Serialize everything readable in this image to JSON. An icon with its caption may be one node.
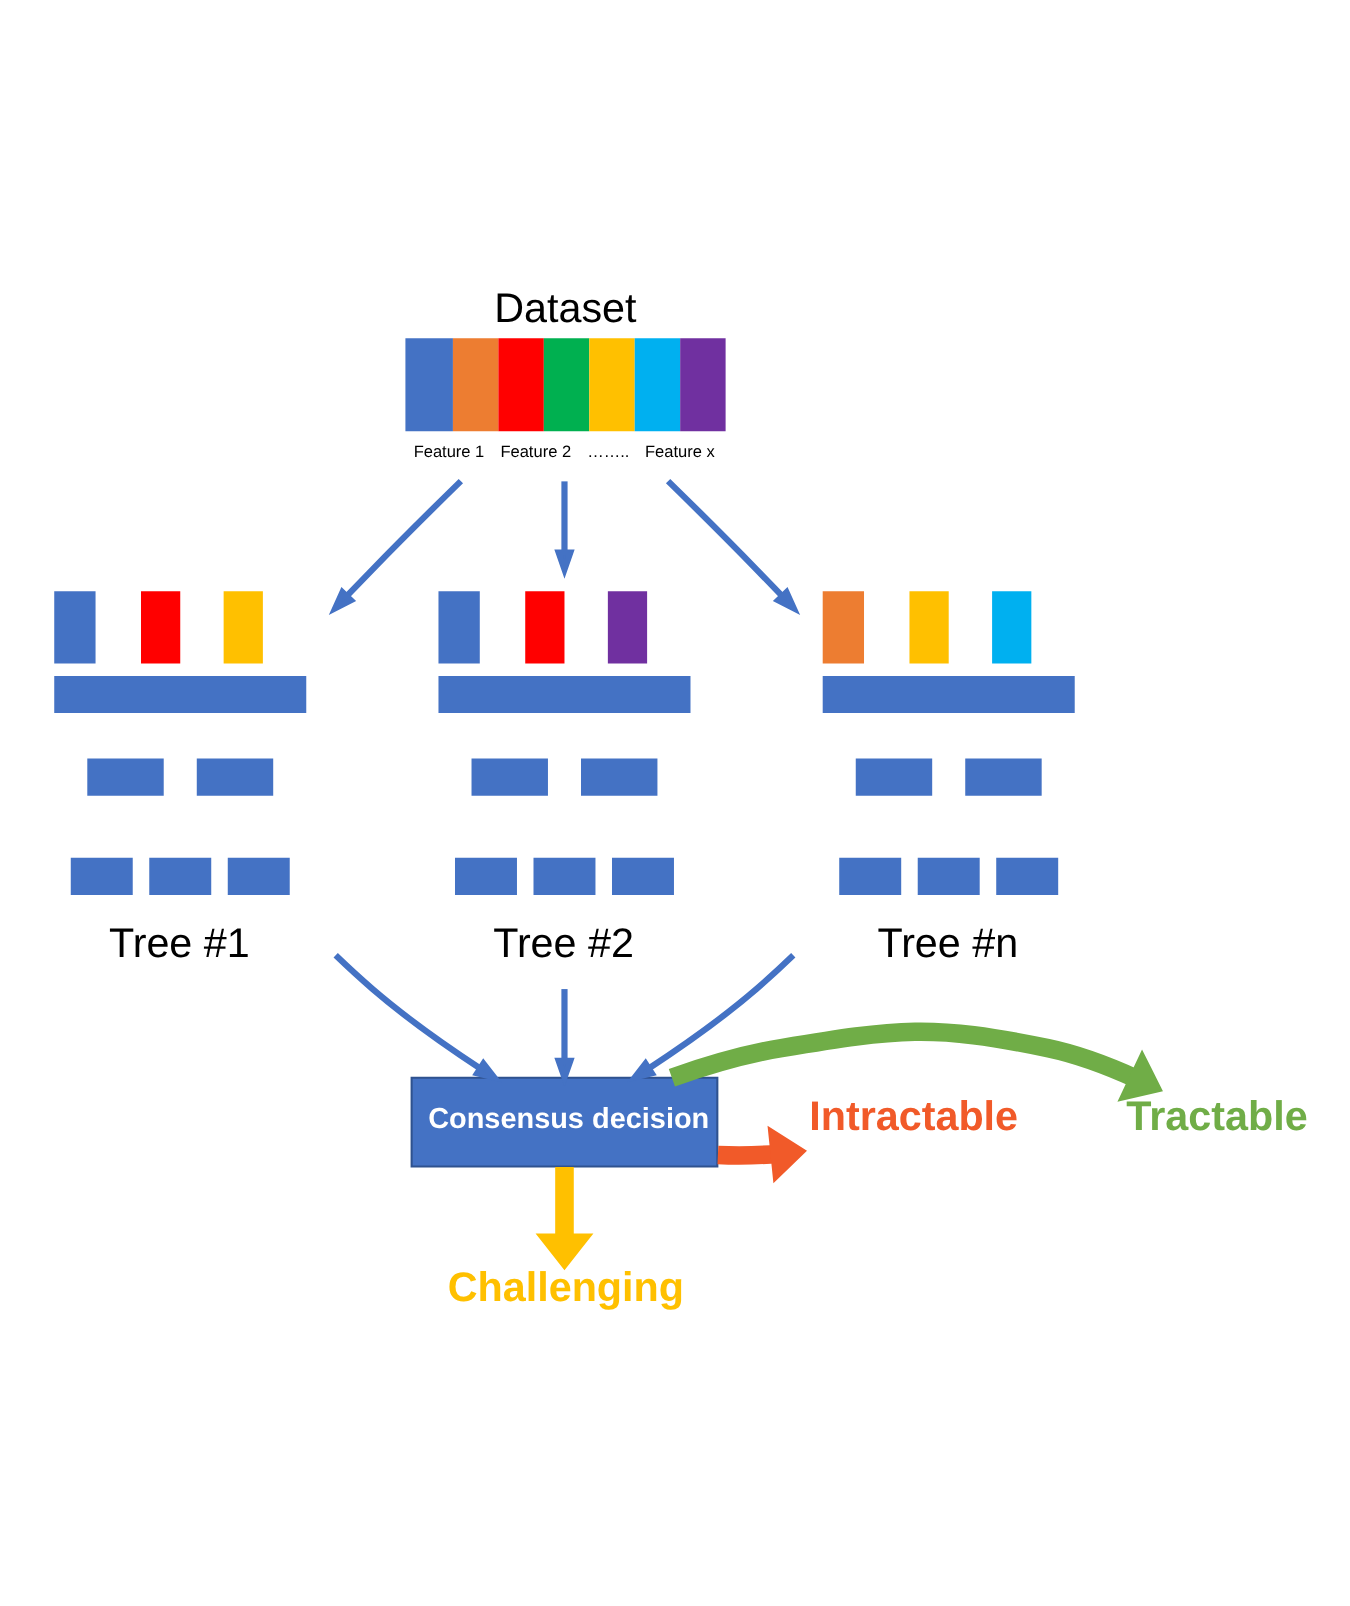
{
  "diagram": {
    "nodes": [
      {
        "text": [
          "Dataset"
        ],
        "beside": [
          "Feature 1",
          "Feature 2",
          "……..",
          "Feature x"
        ]
      },
      {
        "text": [
          "Tree #1"
        ]
      },
      {
        "text": [
          "Tree #2"
        ]
      },
      {
        "text": [
          "Tree #n"
        ]
      },
      {
        "text": [
          "Consensus decision"
        ]
      },
      {
        "text": [
          "Tractable"
        ]
      },
      {
        "text": [
          "Intractable"
        ]
      },
      {
        "text": [
          "Challenging"
        ]
      }
    ],
    "edges": [
      {
        "from": 0,
        "to": 1,
        "arrow": "to"
      },
      {
        "from": 0,
        "to": 2,
        "arrow": "to"
      },
      {
        "from": 0,
        "to": 3,
        "arrow": "to"
      },
      {
        "from": 1,
        "to": 4,
        "arrow": "to"
      },
      {
        "from": 2,
        "to": 4,
        "arrow": "to"
      },
      {
        "from": 3,
        "to": 4,
        "arrow": "to"
      },
      {
        "from": 4,
        "to": 5,
        "arrow": "to",
        "style": "thick",
        "color": "#70ad47"
      },
      {
        "from": 4,
        "to": 6,
        "arrow": "to",
        "style": "thick",
        "color": "#f15a29"
      },
      {
        "from": 4,
        "to": 7,
        "arrow": "to",
        "style": "thick",
        "color": "#ffc000"
      }
    ]
  }
}
